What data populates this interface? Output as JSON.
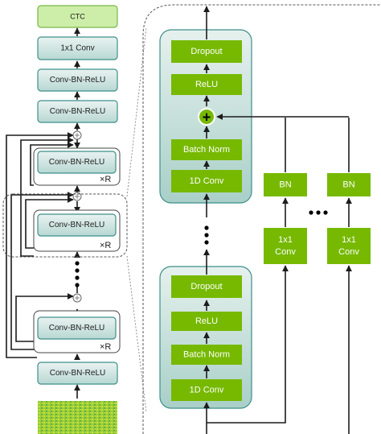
{
  "left_stack": {
    "output_label": "CTC",
    "conv_1x1_label": "1x1 Conv",
    "top_cbr_1_label": "Conv-BN-ReLU",
    "top_cbr_2_label": "Conv-BN-ReLU",
    "block_label": "Conv-BN-ReLU",
    "repeat_label": "×R",
    "bottom_cbr_label": "Conv-BN-ReLU"
  },
  "detail": {
    "top_block": {
      "dropout": "Dropout",
      "relu": "ReLU",
      "batch_norm": "Batch Norm",
      "conv": "1D Conv",
      "add_symbol": "+"
    },
    "bottom_block": {
      "dropout": "Dropout",
      "relu": "ReLU",
      "batch_norm": "Batch Norm",
      "conv": "1D Conv"
    },
    "residual_branches": [
      {
        "bn": "BN",
        "conv_line1": "1x1",
        "conv_line2": "Conv"
      },
      {
        "bn": "BN",
        "conv_line1": "1x1",
        "conv_line2": "Conv"
      }
    ]
  },
  "colors": {
    "green": "#76b900",
    "teal_fill": "#d8e9e5",
    "teal_stroke": "#3d8f8a",
    "ctc_fill": "#cdeea8",
    "arrow": "#1c1c1c"
  }
}
